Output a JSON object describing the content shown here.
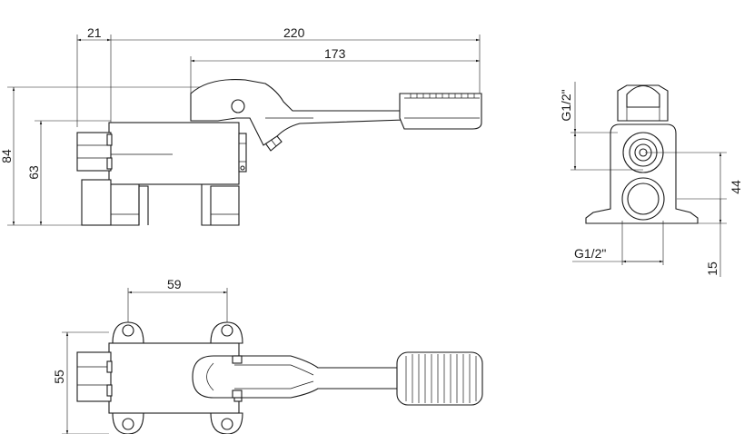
{
  "dimensions": {
    "side_view": {
      "width_21": "21",
      "total_length": "220",
      "lever_length": "173",
      "total_height": "84",
      "body_height": "63"
    },
    "front_view": {
      "upper_thread": "G1/2\"",
      "lower_thread": "G1/2\"",
      "inlet_spacing": "44",
      "base_offset": "15"
    },
    "top_view": {
      "hole_spacing": "59",
      "body_width": "55"
    }
  }
}
